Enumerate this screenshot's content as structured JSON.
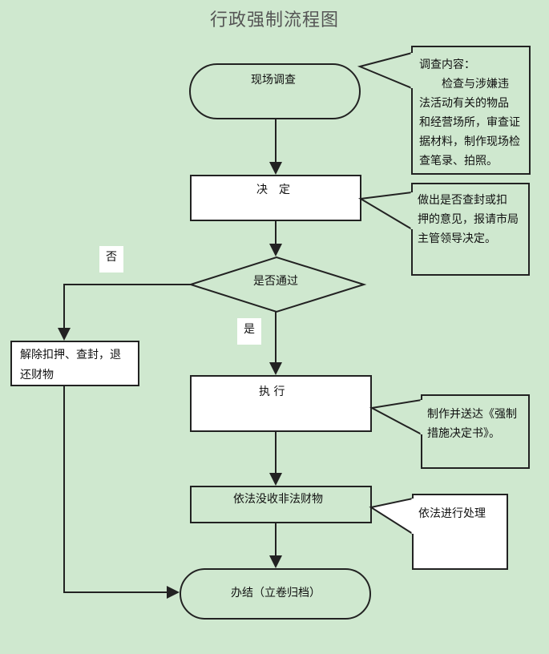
{
  "title": "行政强制流程图",
  "nodes": {
    "onsite_investigation": "现场调查",
    "decision": "决　定",
    "approved": "是否通过",
    "execute": "执 行",
    "confiscate": "依法没收非法财物",
    "release": [
      "解除扣押、查封，退",
      "还财物"
    ],
    "close": "办结（立卷归档）"
  },
  "branches": {
    "no": "否",
    "yes": "是"
  },
  "notes": {
    "investigation": [
      "调查内容：",
      "　　检查与涉嫌违",
      "法活动有关的物品",
      "和经营场所，审查证",
      "据材料，制作现场检",
      "查笔录、拍照。"
    ],
    "decision": [
      "做出是否查封或扣",
      "押的意见，报请市局",
      "主管领导决定。"
    ],
    "execute": [
      "制作并送达《强制",
      "措施决定书》。"
    ],
    "confiscate": [
      "依法进行处理"
    ]
  },
  "colors": {
    "background": "#cfe8cf",
    "box_fill": "#ffffff",
    "stroke": "#222222"
  }
}
